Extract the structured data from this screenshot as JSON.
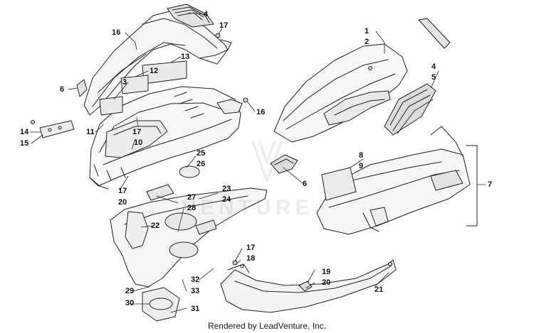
{
  "footer": {
    "text": "Rendered by LeadVenture, Inc."
  },
  "watermark": {
    "text": "VENTURE"
  },
  "callouts": [
    {
      "id": "c4a",
      "label": "4"
    },
    {
      "id": "c17a",
      "label": "17"
    },
    {
      "id": "c16a",
      "label": "16"
    },
    {
      "id": "c13",
      "label": "13"
    },
    {
      "id": "c12",
      "label": "12"
    },
    {
      "id": "c3",
      "label": "3"
    },
    {
      "id": "c6a",
      "label": "6"
    },
    {
      "id": "c16b",
      "label": "16"
    },
    {
      "id": "c11",
      "label": "11"
    },
    {
      "id": "c17b",
      "label": "17"
    },
    {
      "id": "c10",
      "label": "10"
    },
    {
      "id": "c14",
      "label": "14"
    },
    {
      "id": "c15",
      "label": "15"
    },
    {
      "id": "c1",
      "label": "1"
    },
    {
      "id": "c2",
      "label": "2"
    },
    {
      "id": "c4b",
      "label": "4"
    },
    {
      "id": "c5",
      "label": "5"
    },
    {
      "id": "c6b",
      "label": "6"
    },
    {
      "id": "c8",
      "label": "8"
    },
    {
      "id": "c9",
      "label": "9"
    },
    {
      "id": "c7",
      "label": "7"
    },
    {
      "id": "c25",
      "label": "25"
    },
    {
      "id": "c26",
      "label": "26"
    },
    {
      "id": "c17c",
      "label": "17"
    },
    {
      "id": "c20a",
      "label": "20"
    },
    {
      "id": "c27",
      "label": "27"
    },
    {
      "id": "c28",
      "label": "28"
    },
    {
      "id": "c23",
      "label": "23"
    },
    {
      "id": "c24",
      "label": "24"
    },
    {
      "id": "c22",
      "label": "22"
    },
    {
      "id": "c17d",
      "label": "17"
    },
    {
      "id": "c18",
      "label": "18"
    },
    {
      "id": "c19",
      "label": "19"
    },
    {
      "id": "c20b",
      "label": "20"
    },
    {
      "id": "c21",
      "label": "21"
    },
    {
      "id": "c32",
      "label": "32"
    },
    {
      "id": "c29",
      "label": "29"
    },
    {
      "id": "c33",
      "label": "33"
    },
    {
      "id": "c30",
      "label": "30"
    },
    {
      "id": "c31",
      "label": "31"
    }
  ]
}
